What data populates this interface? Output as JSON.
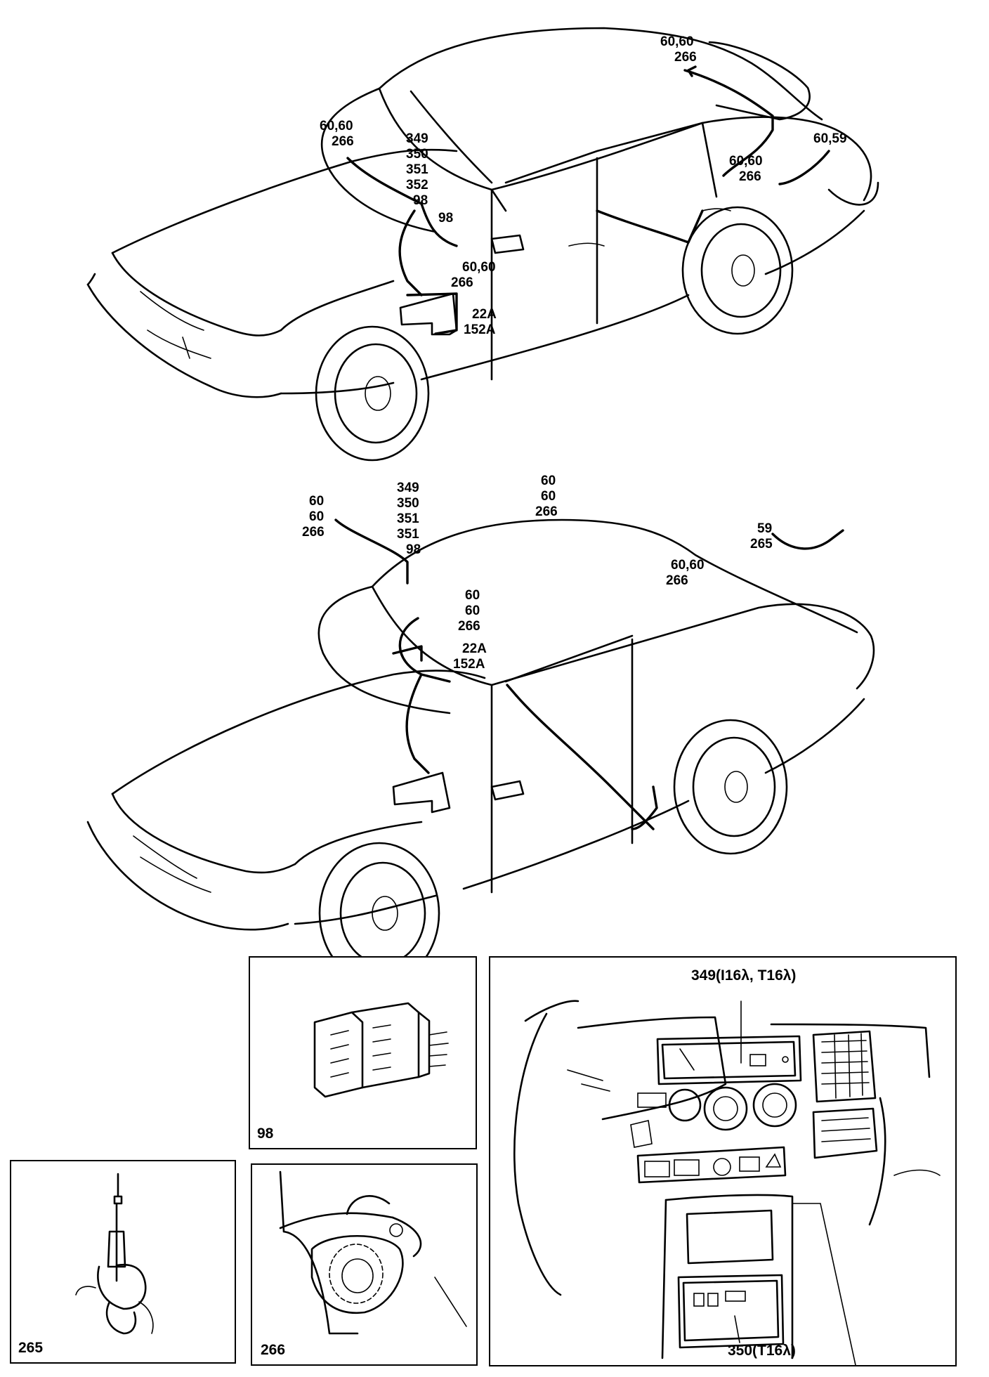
{
  "upper_car": {
    "labels": [
      {
        "name": "label-60-60-266-rear-top",
        "lines": [
          "60,60",
          "266"
        ]
      },
      {
        "name": "label-60-60-266-front-door",
        "lines": [
          "60,60",
          "266"
        ]
      },
      {
        "name": "label-349-352-98",
        "lines": [
          "349",
          "350",
          "351",
          "352",
          "98"
        ]
      },
      {
        "name": "label-98-small",
        "lines": [
          "98"
        ]
      },
      {
        "name": "label-60-59",
        "lines": [
          "60,59"
        ]
      },
      {
        "name": "label-60-60-266-rear-door",
        "lines": [
          "60,60",
          "266"
        ]
      },
      {
        "name": "label-60-60-266-console",
        "lines": [
          "60,60",
          "266"
        ]
      },
      {
        "name": "label-22a-152a",
        "lines": [
          "22A",
          "152A"
        ]
      }
    ]
  },
  "lower_car": {
    "labels": [
      {
        "name": "label-60-60-266-roof",
        "lines": [
          "60",
          "60",
          "266"
        ]
      },
      {
        "name": "label-60-60-266-left",
        "lines": [
          "60",
          "60",
          "266"
        ]
      },
      {
        "name": "label-349-351-98",
        "lines": [
          "349",
          "350",
          "351",
          "351",
          "98"
        ]
      },
      {
        "name": "label-59-265",
        "lines": [
          "59",
          "265"
        ]
      },
      {
        "name": "label-60-60-266-rear",
        "lines": [
          "60,60",
          "266"
        ]
      },
      {
        "name": "label-60-60-266-center",
        "lines": [
          "60",
          "60",
          "266"
        ]
      },
      {
        "name": "label-22a-152a-lower",
        "lines": [
          "22A",
          "152A"
        ]
      }
    ]
  },
  "detail_panels": {
    "connector": {
      "number": "98"
    },
    "antenna": {
      "number": "265"
    },
    "speaker": {
      "number": "266"
    },
    "dashboard": {
      "number": "",
      "callout_top": "349(I16λ, T16λ)",
      "callout_bottom": "350(T16λ)"
    }
  }
}
